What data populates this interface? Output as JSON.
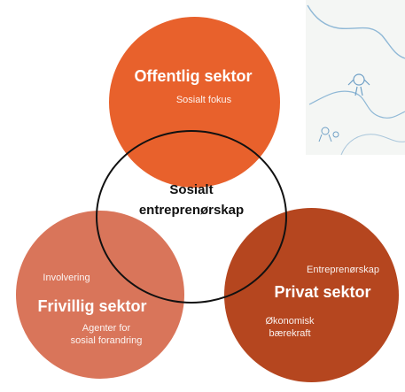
{
  "diagram": {
    "center": {
      "line1": "Sosialt",
      "line2": "entreprenørskap"
    },
    "top": {
      "title": "Offentlig sektor",
      "subtitle": "Sosialt fokus",
      "color": "#E8612C"
    },
    "left": {
      "title": "Frivillig sektor",
      "above": "Involvering",
      "below1": "Agenter for",
      "below2": "sosial forandring",
      "color": "#D9755A"
    },
    "right": {
      "title": "Privat sektor",
      "above": "Entreprenørskap",
      "below1": "Økonomisk",
      "below2": "bærekraft",
      "color": "#B5461F"
    }
  },
  "colors": {
    "map_line": "#8FB8D6",
    "map_bg": "#F4F6F4"
  }
}
